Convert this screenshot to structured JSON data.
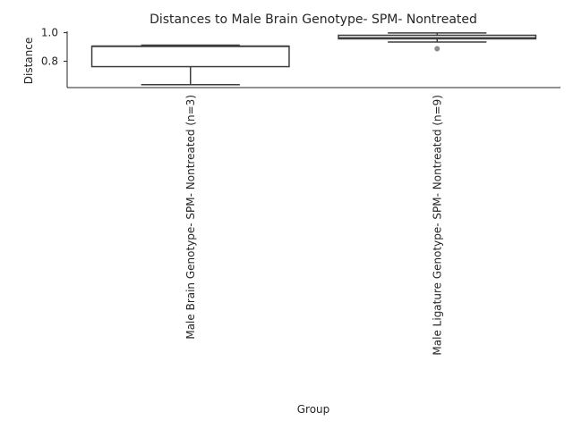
{
  "chart_data": {
    "type": "box",
    "title": "Distances to Male Brain Genotype- SPM- Nontreated",
    "xlabel": "Group",
    "ylabel": "Distance",
    "ylim": [
      0.615,
      1.01
    ],
    "yticks": [
      0.8,
      1.0
    ],
    "ytick_labels": [
      "0.8",
      "1.0"
    ],
    "categories": [
      "Male Brain Genotype- SPM- Nontreated (n=3)",
      "Male Ligature Genotype- SPM- Nontreated (n=9)"
    ],
    "boxes": [
      {
        "whisker_low": 0.635,
        "q1": 0.762,
        "median": 0.905,
        "q3": 0.905,
        "whisker_high": 0.913,
        "outliers": []
      },
      {
        "whisker_low": 0.935,
        "q1": 0.957,
        "median": 0.963,
        "q3": 0.982,
        "whisker_high": 0.998,
        "outliers": [
          0.888
        ]
      }
    ],
    "grid": false,
    "legend": "none",
    "colors": {
      "box_line": "#3d3d3d",
      "outlier": "#8c8c8c",
      "axis": "#262626"
    }
  }
}
